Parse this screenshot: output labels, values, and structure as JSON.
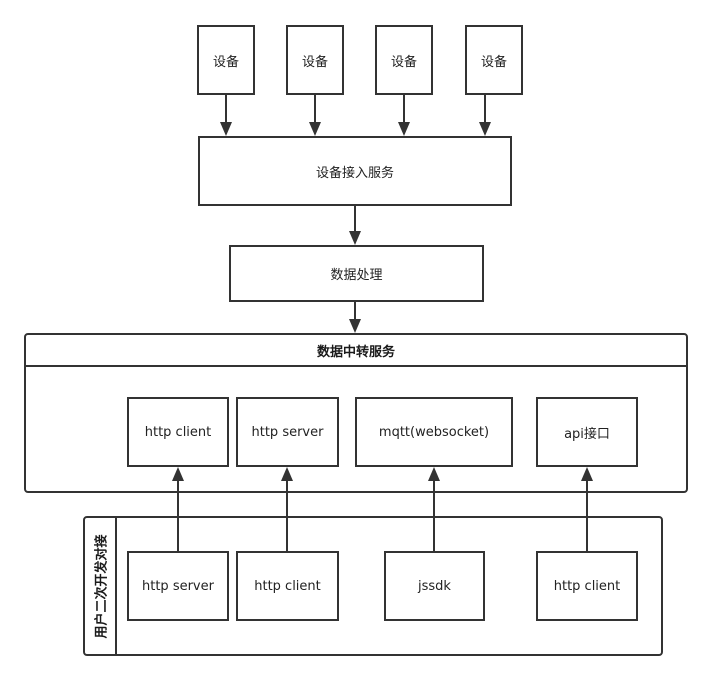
{
  "devices": [
    "设备",
    "设备",
    "设备",
    "设备"
  ],
  "access_service": "设备接入服务",
  "data_processing": "数据处理",
  "relay_service": {
    "title": "数据中转服务",
    "items": [
      "http client",
      "http server",
      "mqtt(websocket)",
      "api接口"
    ]
  },
  "user_dev": {
    "title": "用户二次开发对接",
    "items": [
      "http server",
      "http client",
      "jssdk",
      "http client"
    ]
  }
}
